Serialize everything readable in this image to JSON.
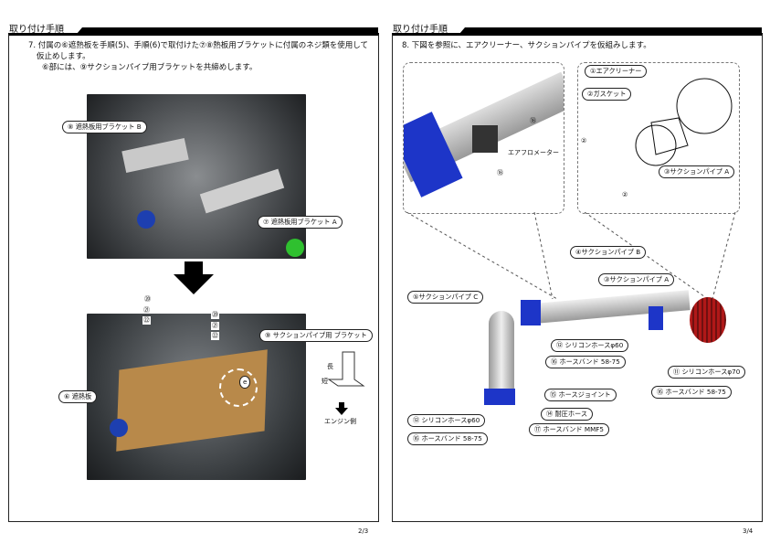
{
  "left": {
    "header": "取り付け手順",
    "step": "7. 付属の⑥遮熱板を手順(5)、手順(6)で取付けた⑦⑧熱板用ブラケットに付属のネジ類を使用して",
    "step2": "仮止めします。",
    "note": "⑥部には、⑨サクションパイプ用ブラケットを共締めします。",
    "labels": {
      "l8": "⑧ 遮熱板用ブラケット B",
      "l7": "⑦ 遮熱板用ブラケット A",
      "l9": "⑨ サクションパイプ用 ブラケット",
      "l6": "⑥ 遮熱板",
      "e": "e",
      "n20": "⑳",
      "n21": "㉑",
      "n22": "㉒",
      "long": "長",
      "short": "短",
      "engine": "エンジン側"
    },
    "page": "2/3"
  },
  "right": {
    "header": "取り付け手順",
    "step": "8. 下図を参照に、エアクリーナー、サクションパイプを仮組みします。",
    "labels": {
      "l1": "①エアクリーナー",
      "l2": "②ガスケット",
      "l3a": "③サクションパイプ A",
      "n2": "②",
      "n18": "⑱",
      "afm": "エアフロメーター",
      "l4": "④サクションパイプ B",
      "l3": "③サクションパイプ A",
      "l5": "⑤サクションパイプ C",
      "l12a": "⑫ シリコンホースφ60",
      "l16a": "⑯ ホースバンド 58-75",
      "l11": "⑪ シリコンホースφ70",
      "l16b": "⑯ ホースバンド 58-75",
      "l15": "⑮ ホースジョイント",
      "l14": "⑭ 耐圧ホース",
      "l17": "⑰ ホースバンド MMF5",
      "l12b": "⑫ シリコンホースφ60",
      "l16c": "⑯ ホースバンド 58-75"
    },
    "page": "3/4"
  }
}
